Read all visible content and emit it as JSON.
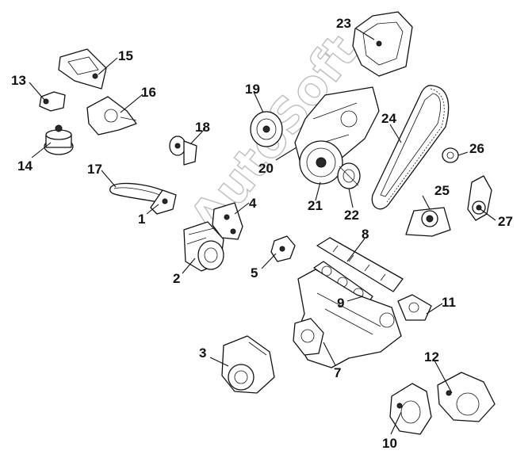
{
  "watermark": "AutoSoft",
  "callouts": [
    "1",
    "2",
    "3",
    "4",
    "5",
    "7",
    "8",
    "9",
    "10",
    "11",
    "12",
    "13",
    "14",
    "15",
    "16",
    "17",
    "18",
    "19",
    "20",
    "21",
    "22",
    "23",
    "24",
    "25",
    "26",
    "27"
  ]
}
